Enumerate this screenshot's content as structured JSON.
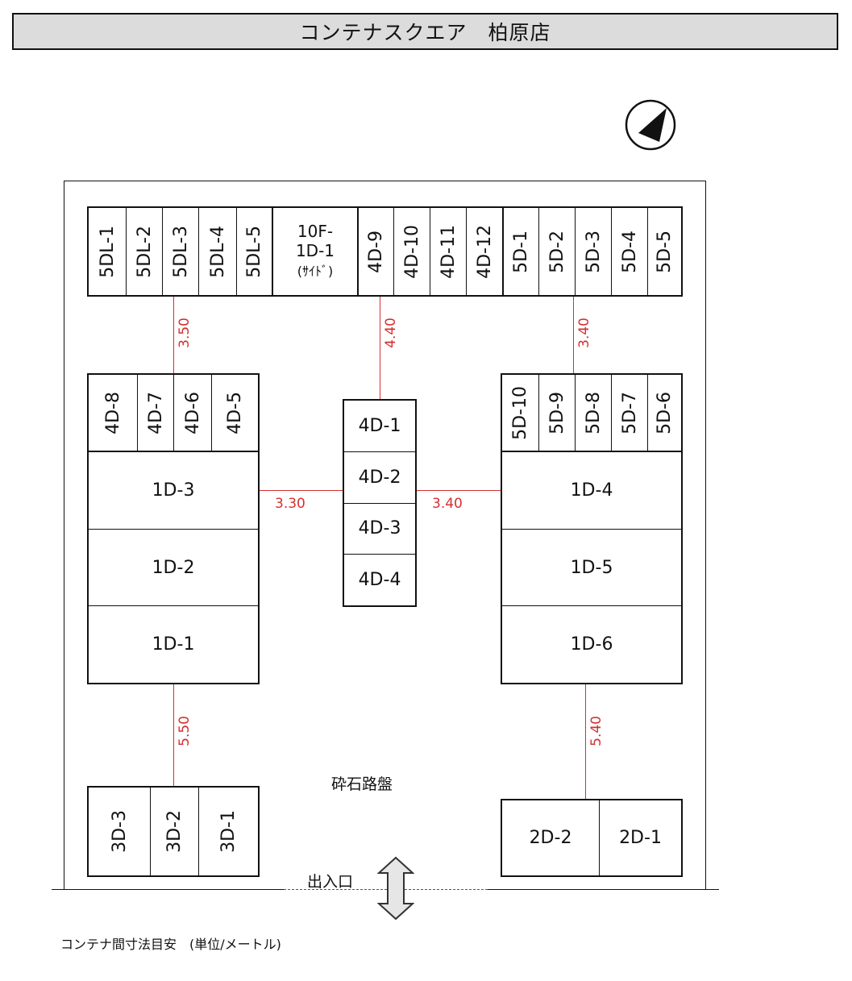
{
  "header": {
    "title": "コンテナスクエア　柏原店"
  },
  "compass": {
    "icon": "north-arrow-icon"
  },
  "lot": {
    "ground_label": "砕石路盤",
    "entrance_label": "出入口",
    "entrance_icon": "double-arrow-icon"
  },
  "top_row": {
    "group_5dl": [
      "5DL-1",
      "5DL-2",
      "5DL-3",
      "5DL-4",
      "5DL-5"
    ],
    "side_unit": {
      "line1": "10F-",
      "line2": "1D-1",
      "line3": "(ｻｲﾄﾞ)"
    },
    "group_4d": [
      "4D-9",
      "4D-10",
      "4D-11",
      "4D-12"
    ],
    "group_5d": [
      "5D-1",
      "5D-2",
      "5D-3",
      "5D-4",
      "5D-5"
    ]
  },
  "left_block": {
    "top_units": [
      "4D-8",
      "4D-7",
      "4D-6",
      "4D-5"
    ],
    "units": [
      "1D-3",
      "1D-2",
      "1D-1"
    ]
  },
  "center_block": {
    "units": [
      "4D-1",
      "4D-2",
      "4D-3",
      "4D-4"
    ]
  },
  "right_block": {
    "top_units": [
      "5D-10",
      "5D-9",
      "5D-8",
      "5D-7",
      "5D-6"
    ],
    "units": [
      "1D-4",
      "1D-5",
      "1D-6"
    ]
  },
  "bottom_left_block": {
    "units": [
      "3D-3",
      "3D-2",
      "3D-1"
    ]
  },
  "bottom_right_block": {
    "units": [
      "2D-2",
      "2D-1"
    ]
  },
  "dimensions": {
    "top_left": "3.50",
    "top_center": "4.40",
    "top_right": "3.40",
    "mid_left": "3.30",
    "mid_right": "3.40",
    "bottom_left": "5.50",
    "bottom_right": "5.40"
  },
  "footer": {
    "note": "コンテナ間寸法目安　(単位/メートル)"
  },
  "colors": {
    "dimension": "#d43030",
    "title_bg": "#dcdcdc",
    "arrow_fill": "#e6e6e6"
  }
}
